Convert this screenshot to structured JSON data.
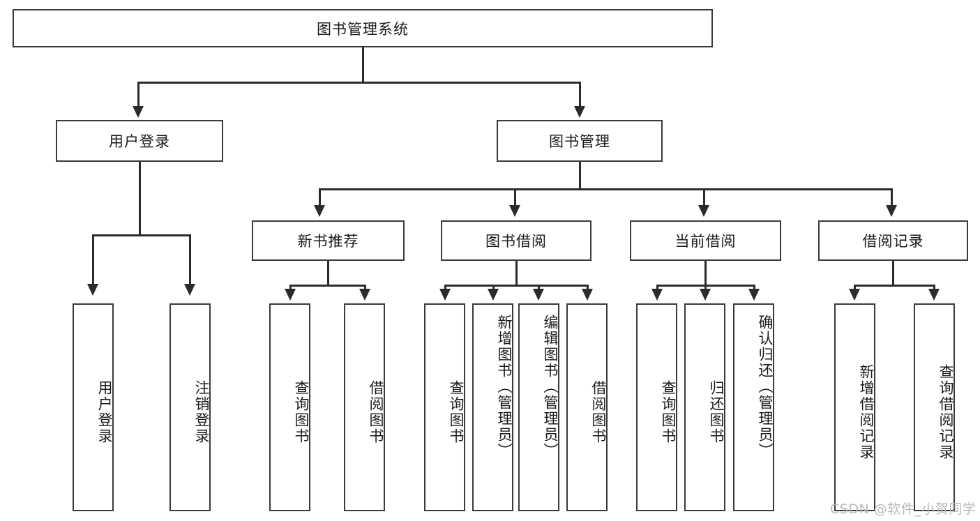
{
  "diagram": {
    "title": "图书管理系统",
    "root": {
      "label": "图书管理系统"
    },
    "level1": [
      {
        "label": "用户登录"
      },
      {
        "label": "图书管理"
      }
    ],
    "level2": [
      {
        "label": "新书推荐"
      },
      {
        "label": "图书借阅"
      },
      {
        "label": "当前借阅"
      },
      {
        "label": "借阅记录"
      }
    ],
    "leaves": {
      "user_login": [
        {
          "label": "用户登录"
        },
        {
          "label": "注销登录"
        }
      ],
      "new_book_recommend": [
        {
          "label": "查询图书"
        },
        {
          "label": "借阅图书"
        }
      ],
      "book_borrow": [
        {
          "label": "查询图书"
        },
        {
          "label": "新增图书（管理员）"
        },
        {
          "label": "编辑图书（管理员）"
        },
        {
          "label": "借阅图书"
        }
      ],
      "current_borrow": [
        {
          "label": "查询图书"
        },
        {
          "label": "归还图书"
        },
        {
          "label": "确认归还（管理员）"
        }
      ],
      "borrow_record": [
        {
          "label": "新增借阅记录"
        },
        {
          "label": "查询借阅记录"
        }
      ]
    }
  },
  "watermark": {
    "text": "CSDN @软件_小贺同学"
  },
  "colors": {
    "border": "#3a3a3a",
    "line": "#2b2b2b",
    "text": "#1a1a1a",
    "background": "#ffffff",
    "watermark": "#b9b9b9"
  }
}
